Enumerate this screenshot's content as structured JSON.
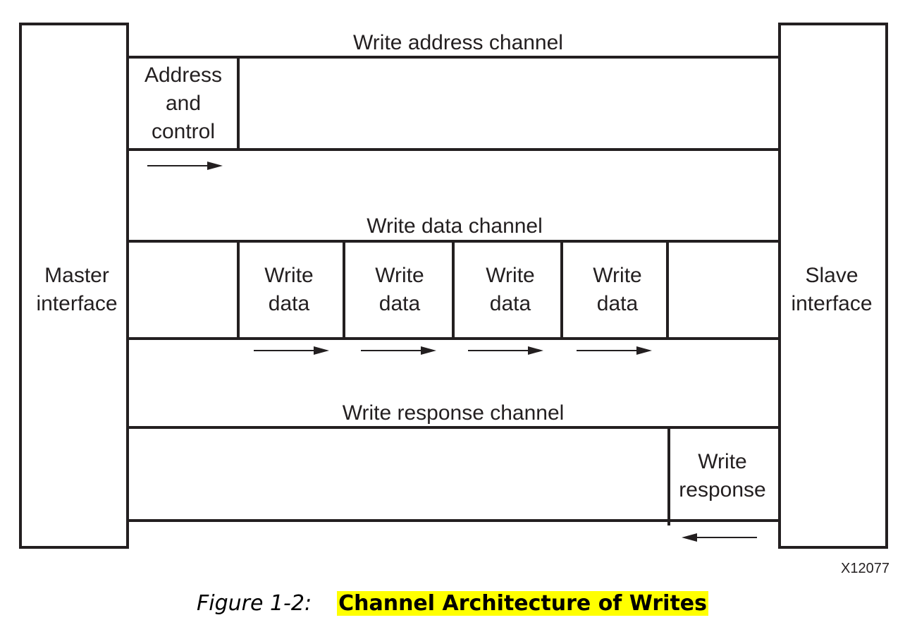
{
  "master": {
    "line1": "Master",
    "line2": "interface"
  },
  "slave": {
    "line1": "Slave",
    "line2": "interface"
  },
  "write_address_channel": {
    "title": "Write address channel",
    "block": {
      "line1": "Address",
      "line2": "and",
      "line3": "control"
    }
  },
  "write_data_channel": {
    "title": "Write data channel",
    "blocks": [
      {
        "line1": "Write",
        "line2": "data"
      },
      {
        "line1": "Write",
        "line2": "data"
      },
      {
        "line1": "Write",
        "line2": "data"
      },
      {
        "line1": "Write",
        "line2": "data"
      }
    ]
  },
  "write_response_channel": {
    "title": "Write response channel",
    "block": {
      "line1": "Write",
      "line2": "response"
    }
  },
  "figure_code": "X12077",
  "caption": {
    "figure_label": "Figure 1-2:",
    "title": "Channel Architecture of Writes"
  },
  "colors": {
    "line": "#231f20",
    "caption_highlight": "#ffff00"
  }
}
